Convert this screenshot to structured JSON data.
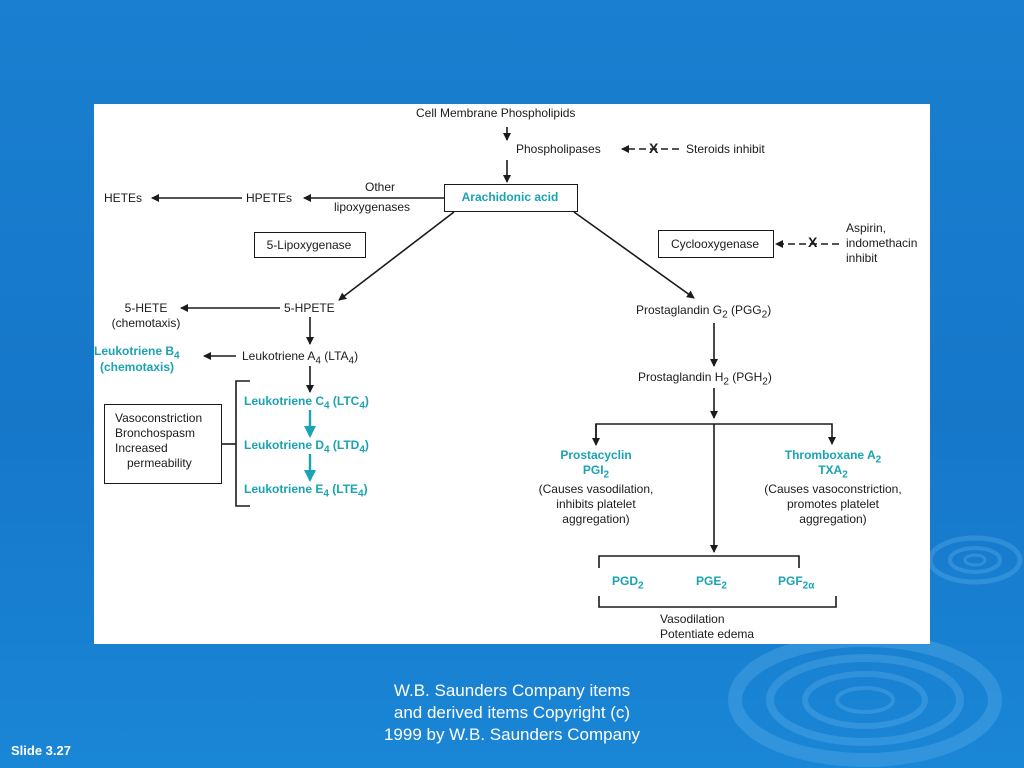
{
  "diagram": {
    "membrane": "Cell Membrane Phospholipids",
    "phospholipases": "Phospholipases",
    "steroids": "Steroids inhibit",
    "arachidonic": "Arachidonic acid",
    "other_lox": [
      "Other",
      "lipoxygenases"
    ],
    "hpetes": "HPETEs",
    "hetes": "HETEs",
    "lox5": "5-Lipoxygenase",
    "cox": "Cyclooxygenase",
    "aspirin": [
      "Aspirin,",
      "indomethacin",
      "inhibit"
    ],
    "hete5": [
      "5-HETE",
      "(chemotaxis)"
    ],
    "hpete5": "5-HPETE",
    "ltb4": [
      "Leukotriene B",
      "4",
      "(chemotaxis)"
    ],
    "lta4": [
      "Leukotriene A",
      "4",
      " (LTA",
      "4",
      ")"
    ],
    "ltc4": [
      "Leukotriene C",
      "4",
      " (LTC",
      "4",
      ")"
    ],
    "ltd4": [
      "Leukotriene D",
      "4",
      " (LTD",
      "4",
      ")"
    ],
    "lte4": [
      "Leukotriene E",
      "4",
      " (LTE",
      "4",
      ")"
    ],
    "effects_box": [
      "Vasoconstriction",
      "Bronchospasm",
      "Increased",
      "permeability"
    ],
    "pgg2": [
      "Prostaglandin G",
      "2",
      " (PGG",
      "2",
      ")"
    ],
    "pgh2": [
      "Prostaglandin H",
      "2",
      " (PGH",
      "2",
      ")"
    ],
    "prostacyclin": [
      "Prostacyclin",
      "PGI",
      "2",
      "(Causes vasodilation,",
      "inhibits platelet",
      "aggregation)"
    ],
    "thromboxane": [
      "Thromboxane A",
      "2",
      "TXA",
      "2",
      "(Causes vasoconstriction,",
      "promotes platelet",
      "aggregation)"
    ],
    "pgd2": [
      "PGD",
      "2"
    ],
    "pge2": [
      "PGE",
      "2"
    ],
    "pgf2a": [
      "PGF",
      "2α"
    ],
    "vasodilation": [
      "Vasodilation",
      "Potentiate edema"
    ],
    "inhibit_mark": "X"
  },
  "caption": [
    "W.B. Saunders Company items",
    "and derived items Copyright (c)",
    "1999 by W.B. Saunders Company"
  ],
  "slide_label": "Slide 3.27",
  "colors": {
    "background": "#1677c9",
    "teal": "#1aa3b3",
    "panel": "#ffffff",
    "ink": "#1b1b1b"
  }
}
